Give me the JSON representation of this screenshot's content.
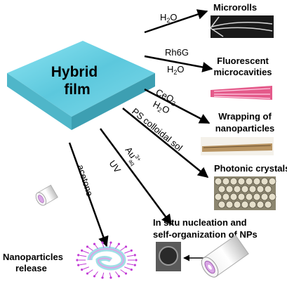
{
  "film": {
    "line1": "Hybrid",
    "line2": "film"
  },
  "arrows": {
    "microrolls": {
      "label": "H",
      "sub": "2",
      "tail": "O"
    },
    "fluorescent": {
      "label_top": "Rh6G",
      "label_bottom_h": "H",
      "label_bottom_sub": "2",
      "label_bottom_tail": "O"
    },
    "wrapping": {
      "label_top_main": "CeO",
      "label_top_sub": "2",
      "label_bottom_h": "H",
      "label_bottom_sub": "2",
      "label_bottom_tail": "O"
    },
    "photonic": {
      "label": "PS colloidal sol"
    },
    "insitu": {
      "label_main": "Au",
      "label_sup": "3+",
      "label_sub": "aq",
      "label_uv": "UV"
    },
    "release": {
      "label": "acetone"
    }
  },
  "targets": {
    "microrolls": "Microrolls",
    "fluorescent_1": "Fluorescent",
    "fluorescent_2": "microcavities",
    "wrapping_1": "Wrapping of",
    "wrapping_2": "nanoparticles",
    "photonic": "Photonic crystals",
    "insitu_1": "In situ nucleation and",
    "insitu_2": "self-organization of NPs",
    "release_1": "Nanoparticles",
    "release_2": "release"
  },
  "colors": {
    "film_top": "#6fd3e6",
    "film_side_front": "#4fb6c9",
    "film_side_right": "#3d9fb2",
    "film_text": "#1a1ae6",
    "roll_pink": "#d9a6e6",
    "particle_magenta": "#c23bd6",
    "arrow": "#000000"
  }
}
